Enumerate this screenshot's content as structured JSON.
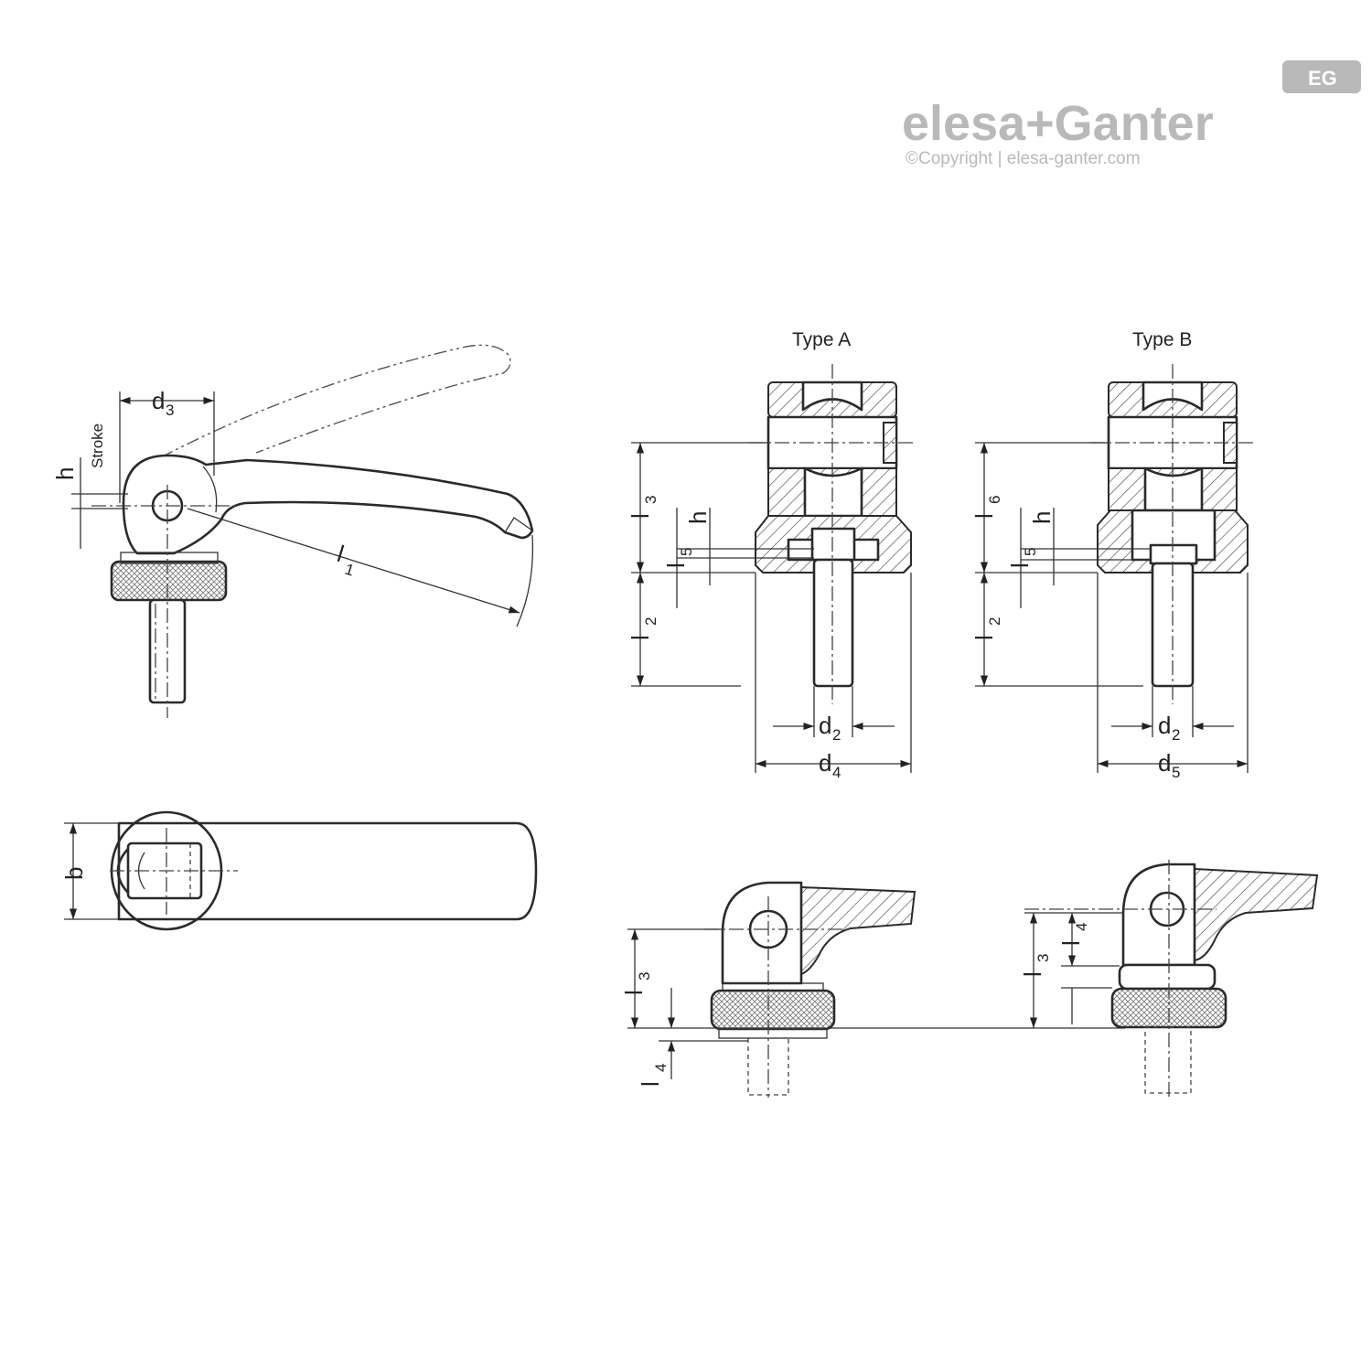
{
  "logo": {
    "brand": "elesa+Ganter",
    "copyright": "©Copyright | elesa-ganter.com",
    "badge": "EG",
    "color": "#b9b9b9"
  },
  "headers": {
    "type_a": "Type A",
    "type_b": "Type B"
  },
  "dimensions": {
    "d": "d",
    "l": "l",
    "sub2": "2",
    "sub3": "3",
    "sub4": "4",
    "sub5": "5",
    "sub6": "6",
    "sub1": "1",
    "h": "h",
    "b": "b",
    "stroke": "Stroke"
  },
  "colors": {
    "line": "#2a2a2a",
    "background": "#ffffff"
  }
}
